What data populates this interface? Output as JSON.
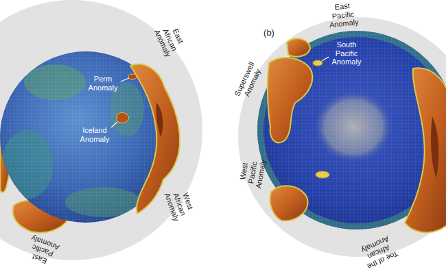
{
  "diagram": {
    "labels": [
      "Perm Anomaly",
      "Iceland Anomaly",
      "East African Anomaly",
      "West African Anomaly",
      "East Pacific Anomaly",
      "(b)",
      "East Pacific Anomaly",
      "Superswell Anomaly",
      "South Pacific Anomaly",
      "West Pacific Anomaly",
      "Toe of the African Anomaly"
    ]
  }
}
